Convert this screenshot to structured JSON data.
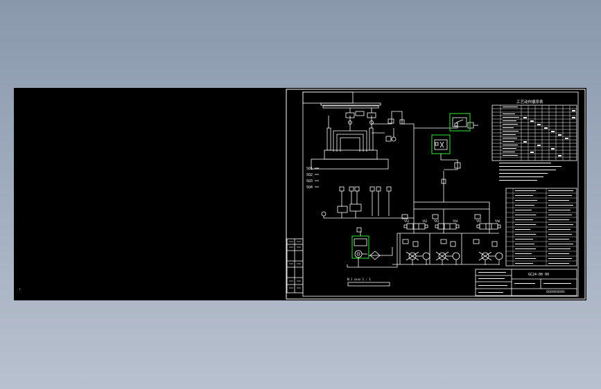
{
  "drawing": {
    "sensors": [
      "SQ1",
      "SQ2",
      "SQ3",
      "SQ4"
    ],
    "table_title": "工艺动作顺序表",
    "drawing_number": "GC24-00 00",
    "scale_label": "N:1 xxxx 1 : 1",
    "company_block": "XXXXXXXXXXX",
    "valve_labels": [
      "YA1",
      "YA2",
      "YA3",
      "YA4",
      "YA5",
      "YA6"
    ]
  },
  "colors": {
    "canvas": "#000000",
    "lines": "#ffffff",
    "highlight": "#27c42a",
    "background_top": "#8a98ac",
    "background_bottom": "#b8c1cf"
  }
}
